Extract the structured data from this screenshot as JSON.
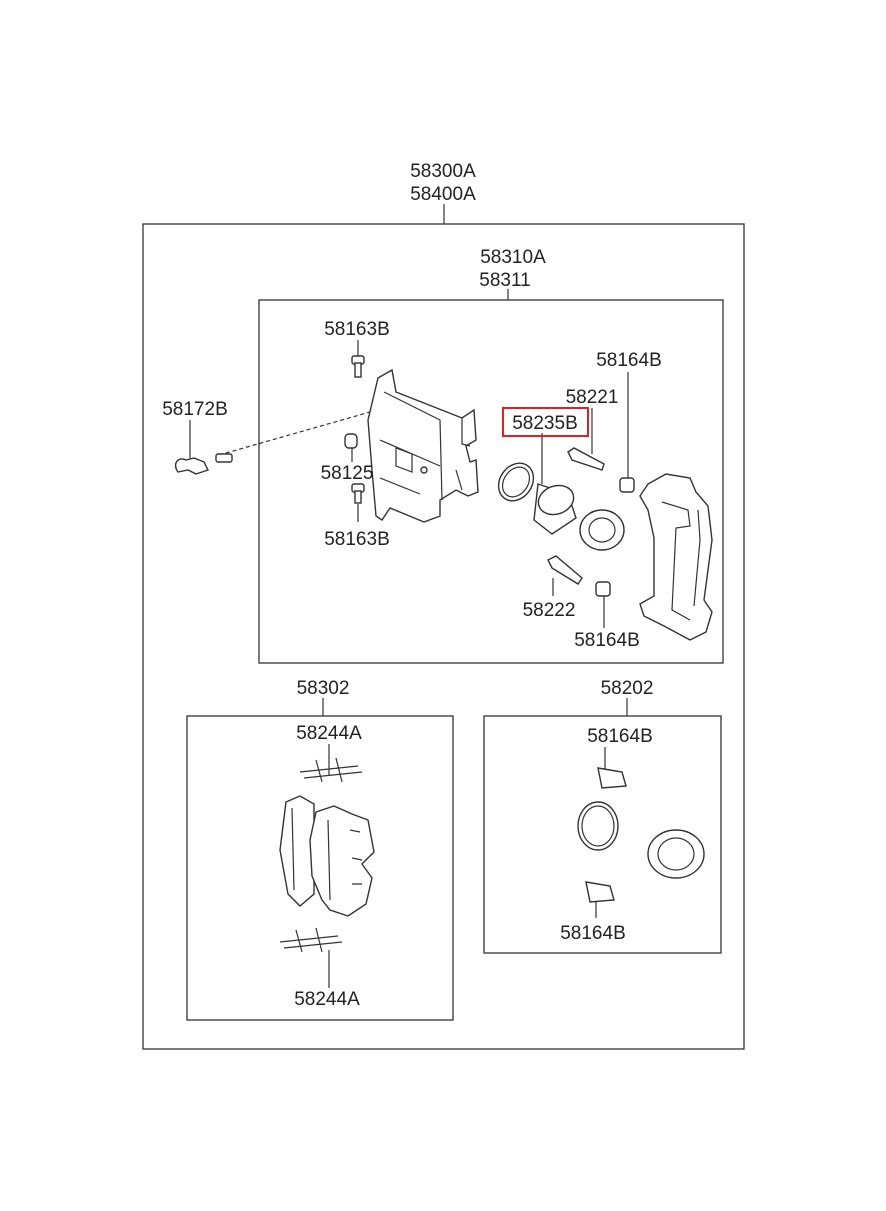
{
  "labels": {
    "assembly_a": "58300A",
    "assembly_b": "58400A",
    "caliper_a": "58310A",
    "caliper_b": "58311",
    "bolt_top": "58163B",
    "bolt_bottom": "58163B",
    "bleeder": "58125",
    "sensor": "58172B",
    "piston": "58235B",
    "guide_pin_top": "58221",
    "boot_top": "58164B",
    "guide_pin_bottom": "58222",
    "boot_bottom": "58164B",
    "pad_kit": "58302",
    "shim_top": "58244A",
    "shim_bottom": "58244A",
    "seal_kit": "58202",
    "kit_boot_top": "58164B",
    "kit_boot_bottom": "58164B"
  },
  "colors": {
    "highlight": "#e02020",
    "line": "#333333"
  }
}
